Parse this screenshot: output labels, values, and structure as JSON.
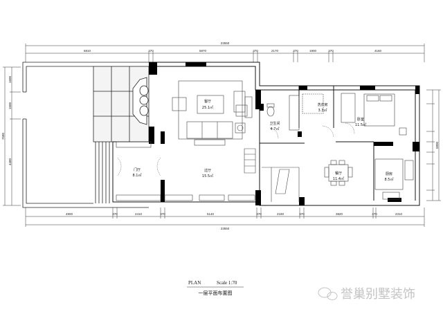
{
  "dimensions": {
    "top_total": "23550",
    "top_segments": [
      "6810",
      "370",
      "5870",
      "370",
      "2170",
      "370",
      "1900",
      "370",
      "4160"
    ],
    "bottom_total": "23550",
    "bottom_segments": [
      "4900",
      "370",
      "2410",
      "370",
      "5140",
      "370",
      "2180",
      "370",
      "3820",
      "370",
      "2310"
    ],
    "left_total": "7580",
    "left_segments": [
      "1600",
      "1500",
      "4480"
    ],
    "right_total": "5800"
  },
  "rooms": [
    {
      "name": "客厅",
      "area": "25.1㎡"
    },
    {
      "name": "门厅",
      "area": "8.1㎡"
    },
    {
      "name": "过厅",
      "area": "15.5㎡"
    },
    {
      "name": "卫生间",
      "area": "4.7㎡"
    },
    {
      "name": "洗衣房",
      "area": "3.3㎡"
    },
    {
      "name": "卧室",
      "area": "11.5㎡"
    },
    {
      "name": "餐厅",
      "area": "11.4㎡"
    },
    {
      "name": "厨房",
      "area": "8.5㎡"
    }
  ],
  "title_block": {
    "plan": "PLAN",
    "scale": "Scale 1:70",
    "title": "一层平面布置图"
  },
  "watermark": "誉巢别墅装饰",
  "colors": {
    "wall": "#000000",
    "line": "#333333",
    "watermark": "#c4c4c4"
  }
}
